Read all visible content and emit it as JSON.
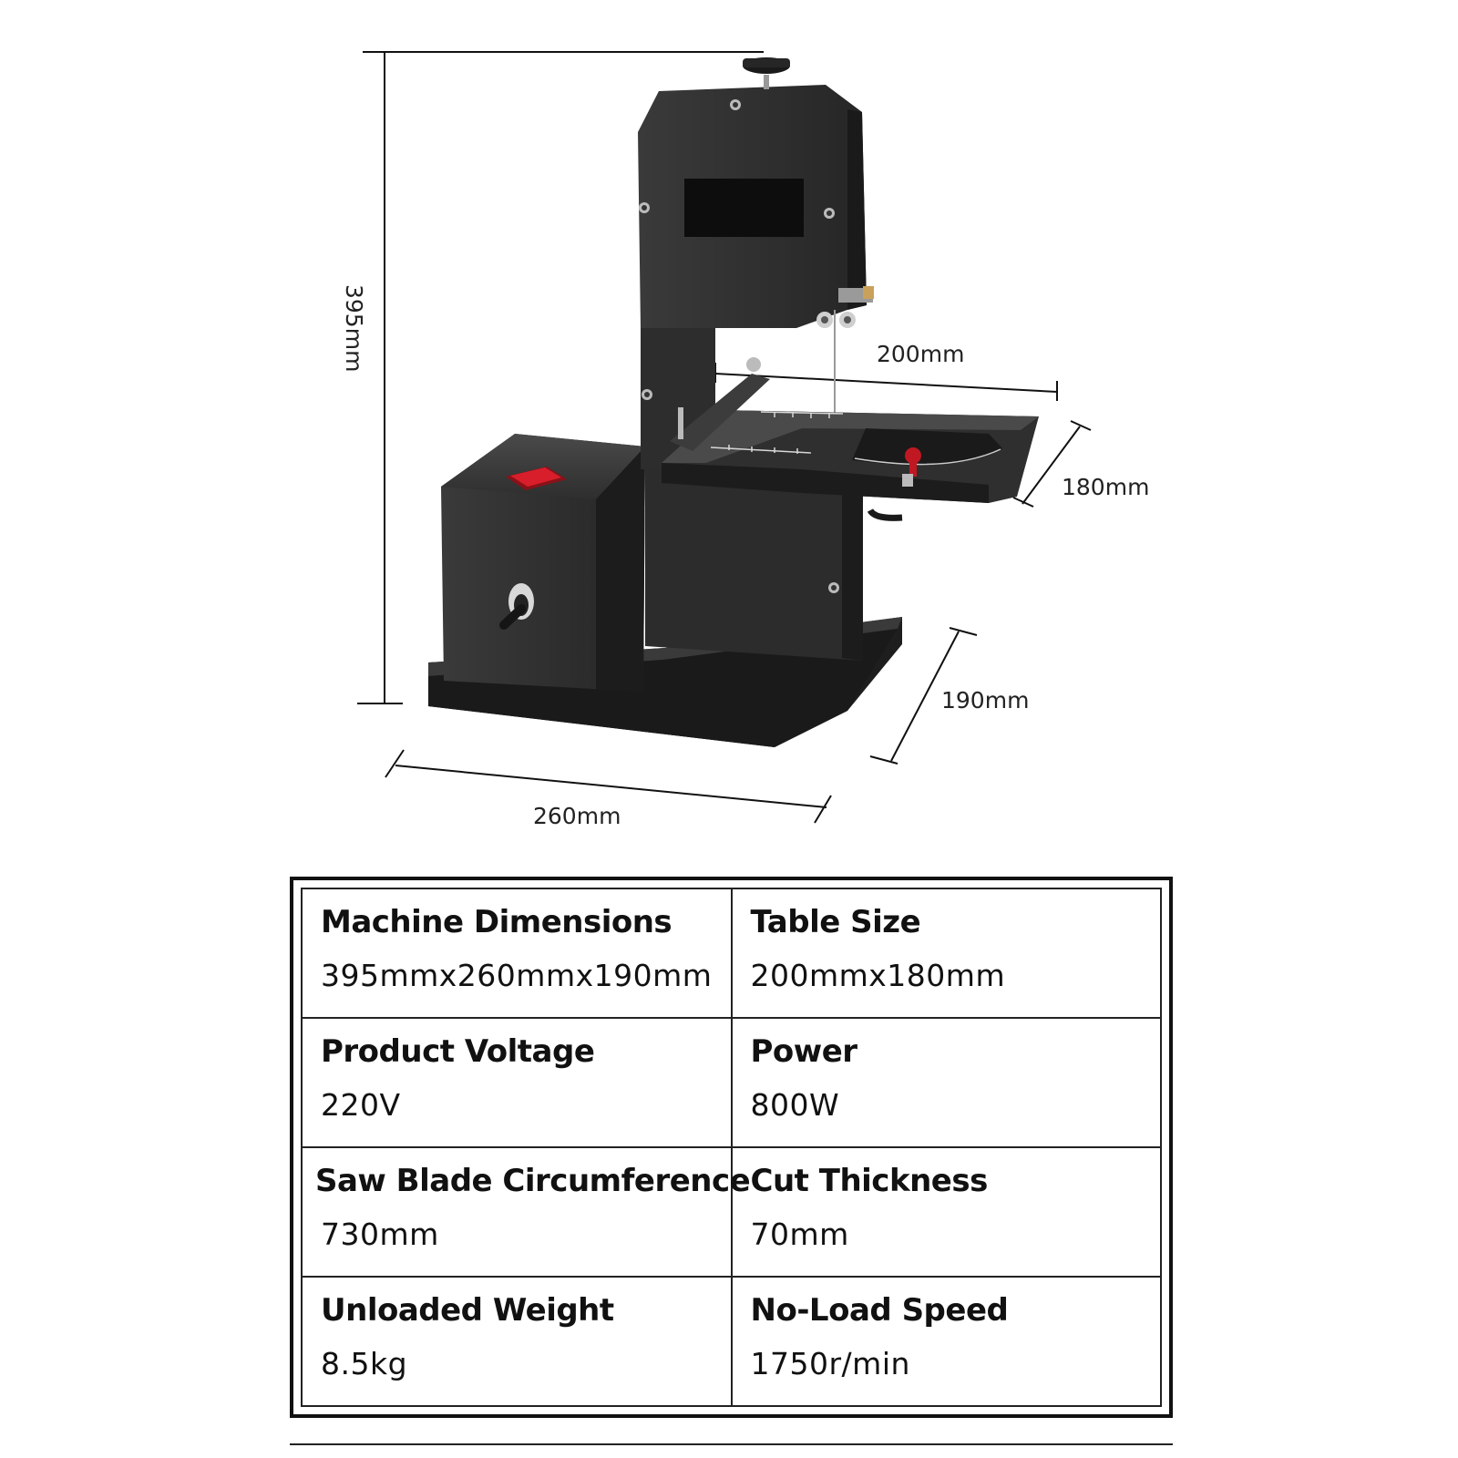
{
  "dimensions": {
    "height": "395mm",
    "table_width": "200mm",
    "table_depth": "180mm",
    "base_depth": "190mm",
    "base_width": "260mm"
  },
  "specs": {
    "machine_dimensions": {
      "label": "Machine Dimensions",
      "value": "395mmx260mmx190mm"
    },
    "table_size": {
      "label": "Table Size",
      "value": "200mmx180mm"
    },
    "product_voltage": {
      "label": "Product Voltage",
      "value": "220V"
    },
    "power": {
      "label": "Power",
      "value": "800W"
    },
    "saw_blade_circumference": {
      "label": "Saw Blade Circumference",
      "value": "730mm"
    },
    "cut_thickness": {
      "label": "Cut Thickness",
      "value": "70mm"
    },
    "unloaded_weight": {
      "label": "Unloaded Weight",
      "value": "8.5kg"
    },
    "no_load_speed": {
      "label": "No-Load Speed",
      "value": "1750r/min"
    }
  },
  "colors": {
    "machine_body": "#2b2b2b",
    "machine_dark": "#1a1a1a",
    "switch_red": "#d81e2a",
    "line": "#111111"
  }
}
